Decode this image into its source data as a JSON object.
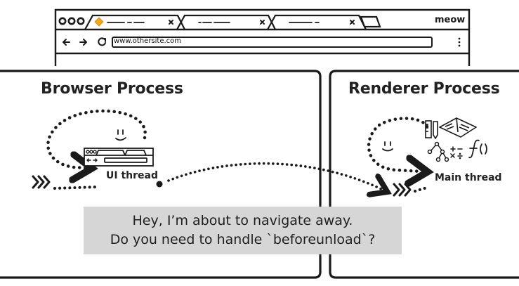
{
  "browser": {
    "brand": "meow",
    "address": "www.othersite.com",
    "nav_icons": [
      "back-arrow-icon",
      "forward-arrow-icon",
      "reload-icon"
    ],
    "tab_count": 3
  },
  "panels": [
    {
      "title": "Browser Process",
      "thread_label": "UI thread"
    },
    {
      "title": "Renderer Process",
      "thread_label": "Main thread"
    }
  ],
  "message": {
    "line1": "Hey, I’m about to navigate away.",
    "line2": "Do you need to handle `beforeunload`?"
  },
  "colors": {
    "ink": "#1a1a1a",
    "message_bg": "#d6d6d6",
    "favicon": "#f2a81d"
  }
}
